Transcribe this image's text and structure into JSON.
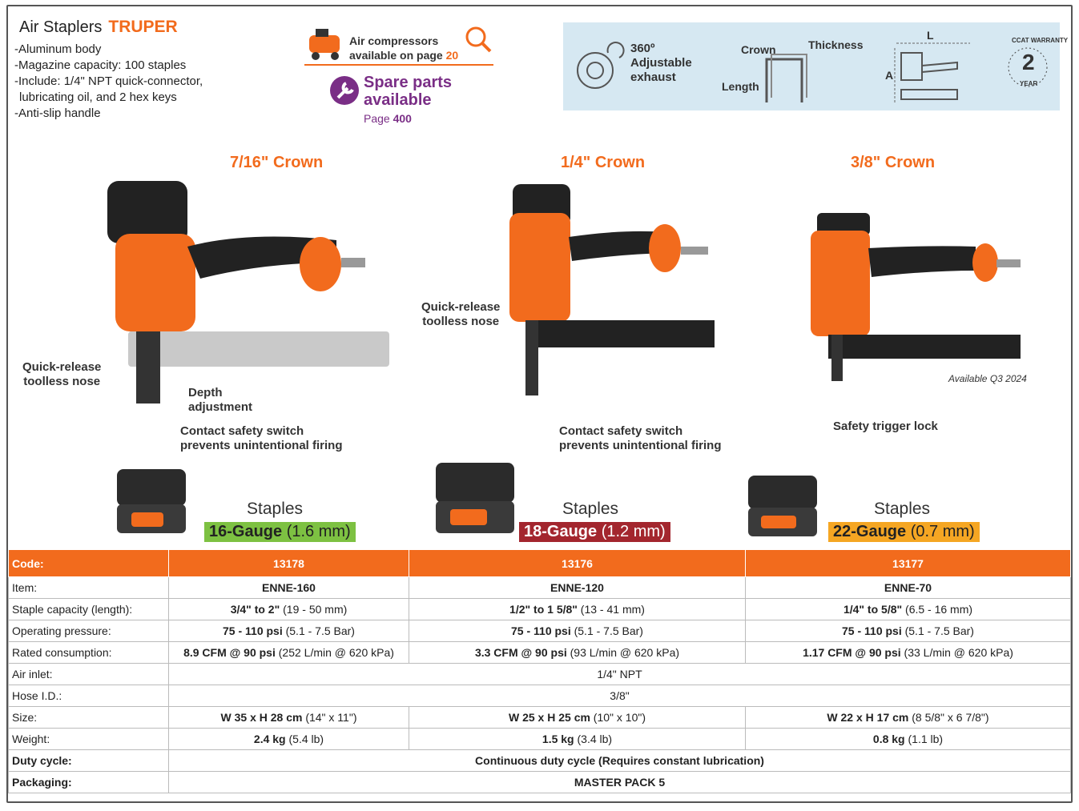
{
  "header": {
    "title": "Air Staplers",
    "brand": "TRUPER",
    "features": [
      "-Aluminum body",
      "-Magazine capacity: 100 staples",
      "-Include: 1/4\" NPT quick-connector,",
      " lubricating oil, and 2 hex keys",
      "-Anti-slip handle"
    ]
  },
  "compressor": {
    "line1": "Air compressors",
    "line2": "available on page",
    "page": "20"
  },
  "spare_parts": {
    "line1": "Spare parts",
    "line2": "available",
    "page_label": "Page",
    "page": "400"
  },
  "spec_box": {
    "exhaust_l1": "360º",
    "exhaust_l2": "Adjustable",
    "exhaust_l3": "exhaust",
    "crown": "Crown",
    "thickness": "Thickness",
    "length": "Length",
    "dim_l": "L",
    "dim_a": "A",
    "warranty_top": "CCAT WARRANTY",
    "warranty_num": "2",
    "warranty_bottom": "YEAR"
  },
  "products": [
    {
      "crown": "7/16\" Crown",
      "callouts": [
        "Quick-release",
        "toolless nose",
        "Depth",
        "adjustment",
        "Contact safety switch",
        "prevents unintentional firing"
      ],
      "staples": "Staples",
      "gauge": "16-Gauge",
      "gauge_mm": "(1.6 mm)",
      "gauge_color": "#7dc142"
    },
    {
      "crown": "1/4\" Crown",
      "callouts": [
        "Quick-release",
        "toolless nose",
        "Contact safety switch",
        "prevents unintentional firing"
      ],
      "staples": "Staples",
      "gauge": "18-Gauge",
      "gauge_mm": "(1.2 mm)",
      "gauge_color": "#a3262e"
    },
    {
      "crown": "3/8\" Crown",
      "callouts": [
        "Safety trigger lock"
      ],
      "availability": "Available Q3 2024",
      "staples": "Staples",
      "gauge": "22-Gauge",
      "gauge_mm": "(0.7 mm)",
      "gauge_color": "#f5a623"
    }
  ],
  "table": {
    "rows": [
      {
        "label": "Code:",
        "values": [
          "13178",
          "13176",
          "13177"
        ]
      },
      {
        "label": "Item:",
        "values": [
          "ENNE-160",
          "ENNE-120",
          "ENNE-70"
        ]
      },
      {
        "label": "Staple capacity (length):",
        "bold": [
          "3/4\" to 2\"",
          "1/2\" to 1 5/8\"",
          "1/4\" to 5/8\""
        ],
        "values": [
          "(19 - 50 mm)",
          "(13 - 41 mm)",
          "(6.5 - 16 mm)"
        ]
      },
      {
        "label": "Operating pressure:",
        "bold": [
          "75 - 110 psi",
          "75 - 110 psi",
          "75 - 110 psi"
        ],
        "values": [
          "(5.1 - 7.5 Bar)",
          "(5.1 - 7.5 Bar)",
          "(5.1 - 7.5 Bar)"
        ]
      },
      {
        "label": "Rated consumption:",
        "bold": [
          "8.9 CFM @ 90 psi",
          "3.3 CFM @ 90 psi",
          "1.17 CFM @ 90 psi"
        ],
        "values": [
          "(252 L/min @ 620 kPa)",
          "(93 L/min @ 620 kPa)",
          "(33 L/min @ 620 kPa)"
        ]
      },
      {
        "label": "Air inlet:",
        "span": "1/4\" NPT"
      },
      {
        "label": "Hose I.D.:",
        "span": "3/8\""
      },
      {
        "label": "Size:",
        "bold": [
          "W 35 x H 28 cm",
          "W 25 x H 25 cm",
          "W 22 x H 17 cm"
        ],
        "values": [
          "(14\" x 11\")",
          "(10\" x 10\")",
          "(8 5/8\" x 6 7/8\")"
        ]
      },
      {
        "label": "Weight:",
        "bold": [
          "2.4 kg",
          "1.5 kg",
          "0.8 kg"
        ],
        "values": [
          "(5.4 lb)",
          "(3.4 lb)",
          "(1.1 lb)"
        ]
      },
      {
        "label": "Duty cycle:",
        "span": "Continuous duty cycle (Requires constant lubrication)"
      },
      {
        "label": "Packaging:",
        "span": "MASTER PACK 5"
      }
    ]
  },
  "colors": {
    "accent": "#f26b1d",
    "purple": "#7a2e86",
    "spec_bg": "#d6e8f2"
  }
}
